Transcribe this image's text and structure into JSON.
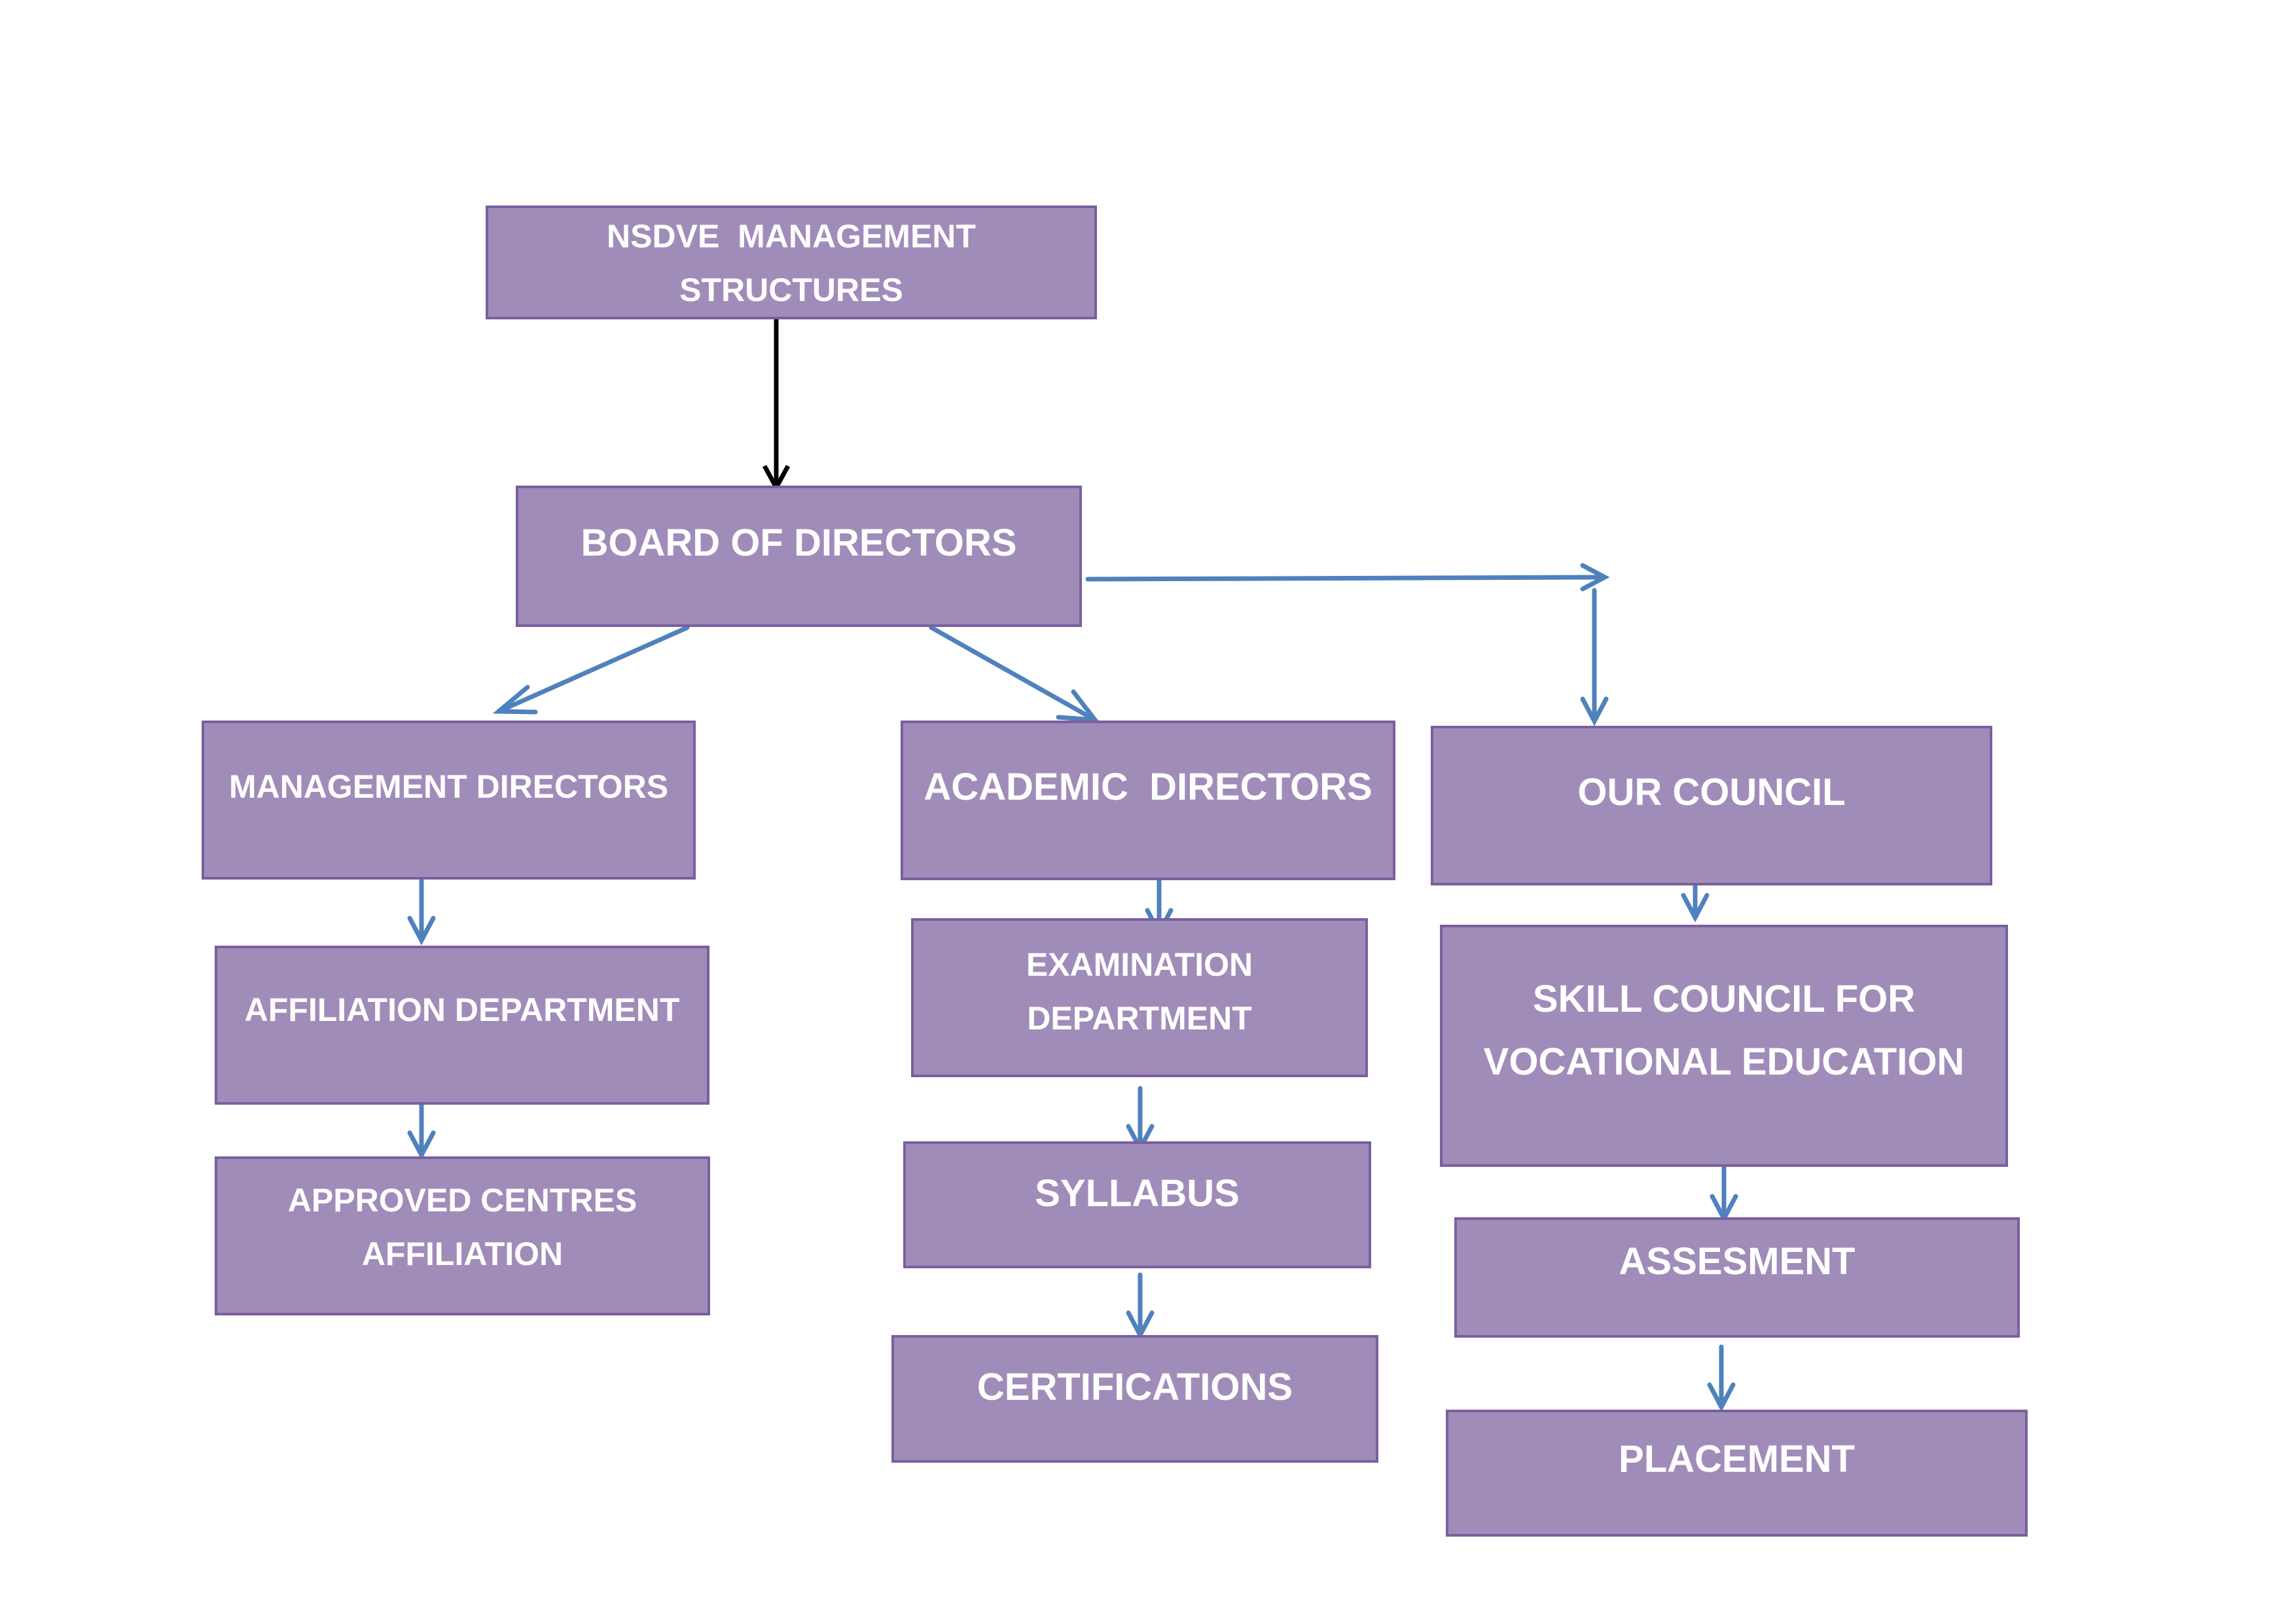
{
  "diagram": {
    "title": "NSDVE MANAGEMENT STRUCTURES",
    "colors": {
      "box_fill": "#a08cb9",
      "box_border": "#7a5f9e",
      "text": "#ffffff",
      "arrow_primary": "#000000",
      "arrow": "#4f81bd"
    },
    "nodes": {
      "root": {
        "lines": [
          "NSDVE  MANAGEMENT",
          "STRUCTURES"
        ]
      },
      "board": {
        "lines": [
          "BOARD OF DIRECTORS"
        ]
      },
      "management": {
        "lines": [
          "MANAGEMENT DIRECTORS"
        ]
      },
      "academic": {
        "lines": [
          "ACADEMIC  DIRECTORS"
        ]
      },
      "council": {
        "lines": [
          "OUR COUNCIL"
        ]
      },
      "affiliation": {
        "lines": [
          "AFFILIATION DEPARTMENT"
        ]
      },
      "approved": {
        "lines": [
          "APPROVED CENTRES",
          "AFFILIATION"
        ]
      },
      "examination": {
        "lines": [
          "EXAMINATION",
          "DEPARTMENT"
        ]
      },
      "syllabus": {
        "lines": [
          "SYLLABUS"
        ]
      },
      "certifications": {
        "lines": [
          "CERTIFICATIONS"
        ]
      },
      "skill": {
        "lines": [
          "SKILL COUNCIL FOR",
          "VOCATIONAL EDUCATION"
        ]
      },
      "assessment": {
        "lines": [
          "ASSESMENT"
        ]
      },
      "placement": {
        "lines": [
          "PLACEMENT"
        ]
      }
    },
    "edges": [
      {
        "from": "root",
        "to": "board"
      },
      {
        "from": "board",
        "to": "management"
      },
      {
        "from": "board",
        "to": "academic"
      },
      {
        "from": "board",
        "to": "council"
      },
      {
        "from": "management",
        "to": "affiliation"
      },
      {
        "from": "affiliation",
        "to": "approved"
      },
      {
        "from": "academic",
        "to": "examination"
      },
      {
        "from": "examination",
        "to": "syllabus"
      },
      {
        "from": "syllabus",
        "to": "certifications"
      },
      {
        "from": "council",
        "to": "skill"
      },
      {
        "from": "skill",
        "to": "assessment"
      },
      {
        "from": "assessment",
        "to": "placement"
      }
    ]
  }
}
